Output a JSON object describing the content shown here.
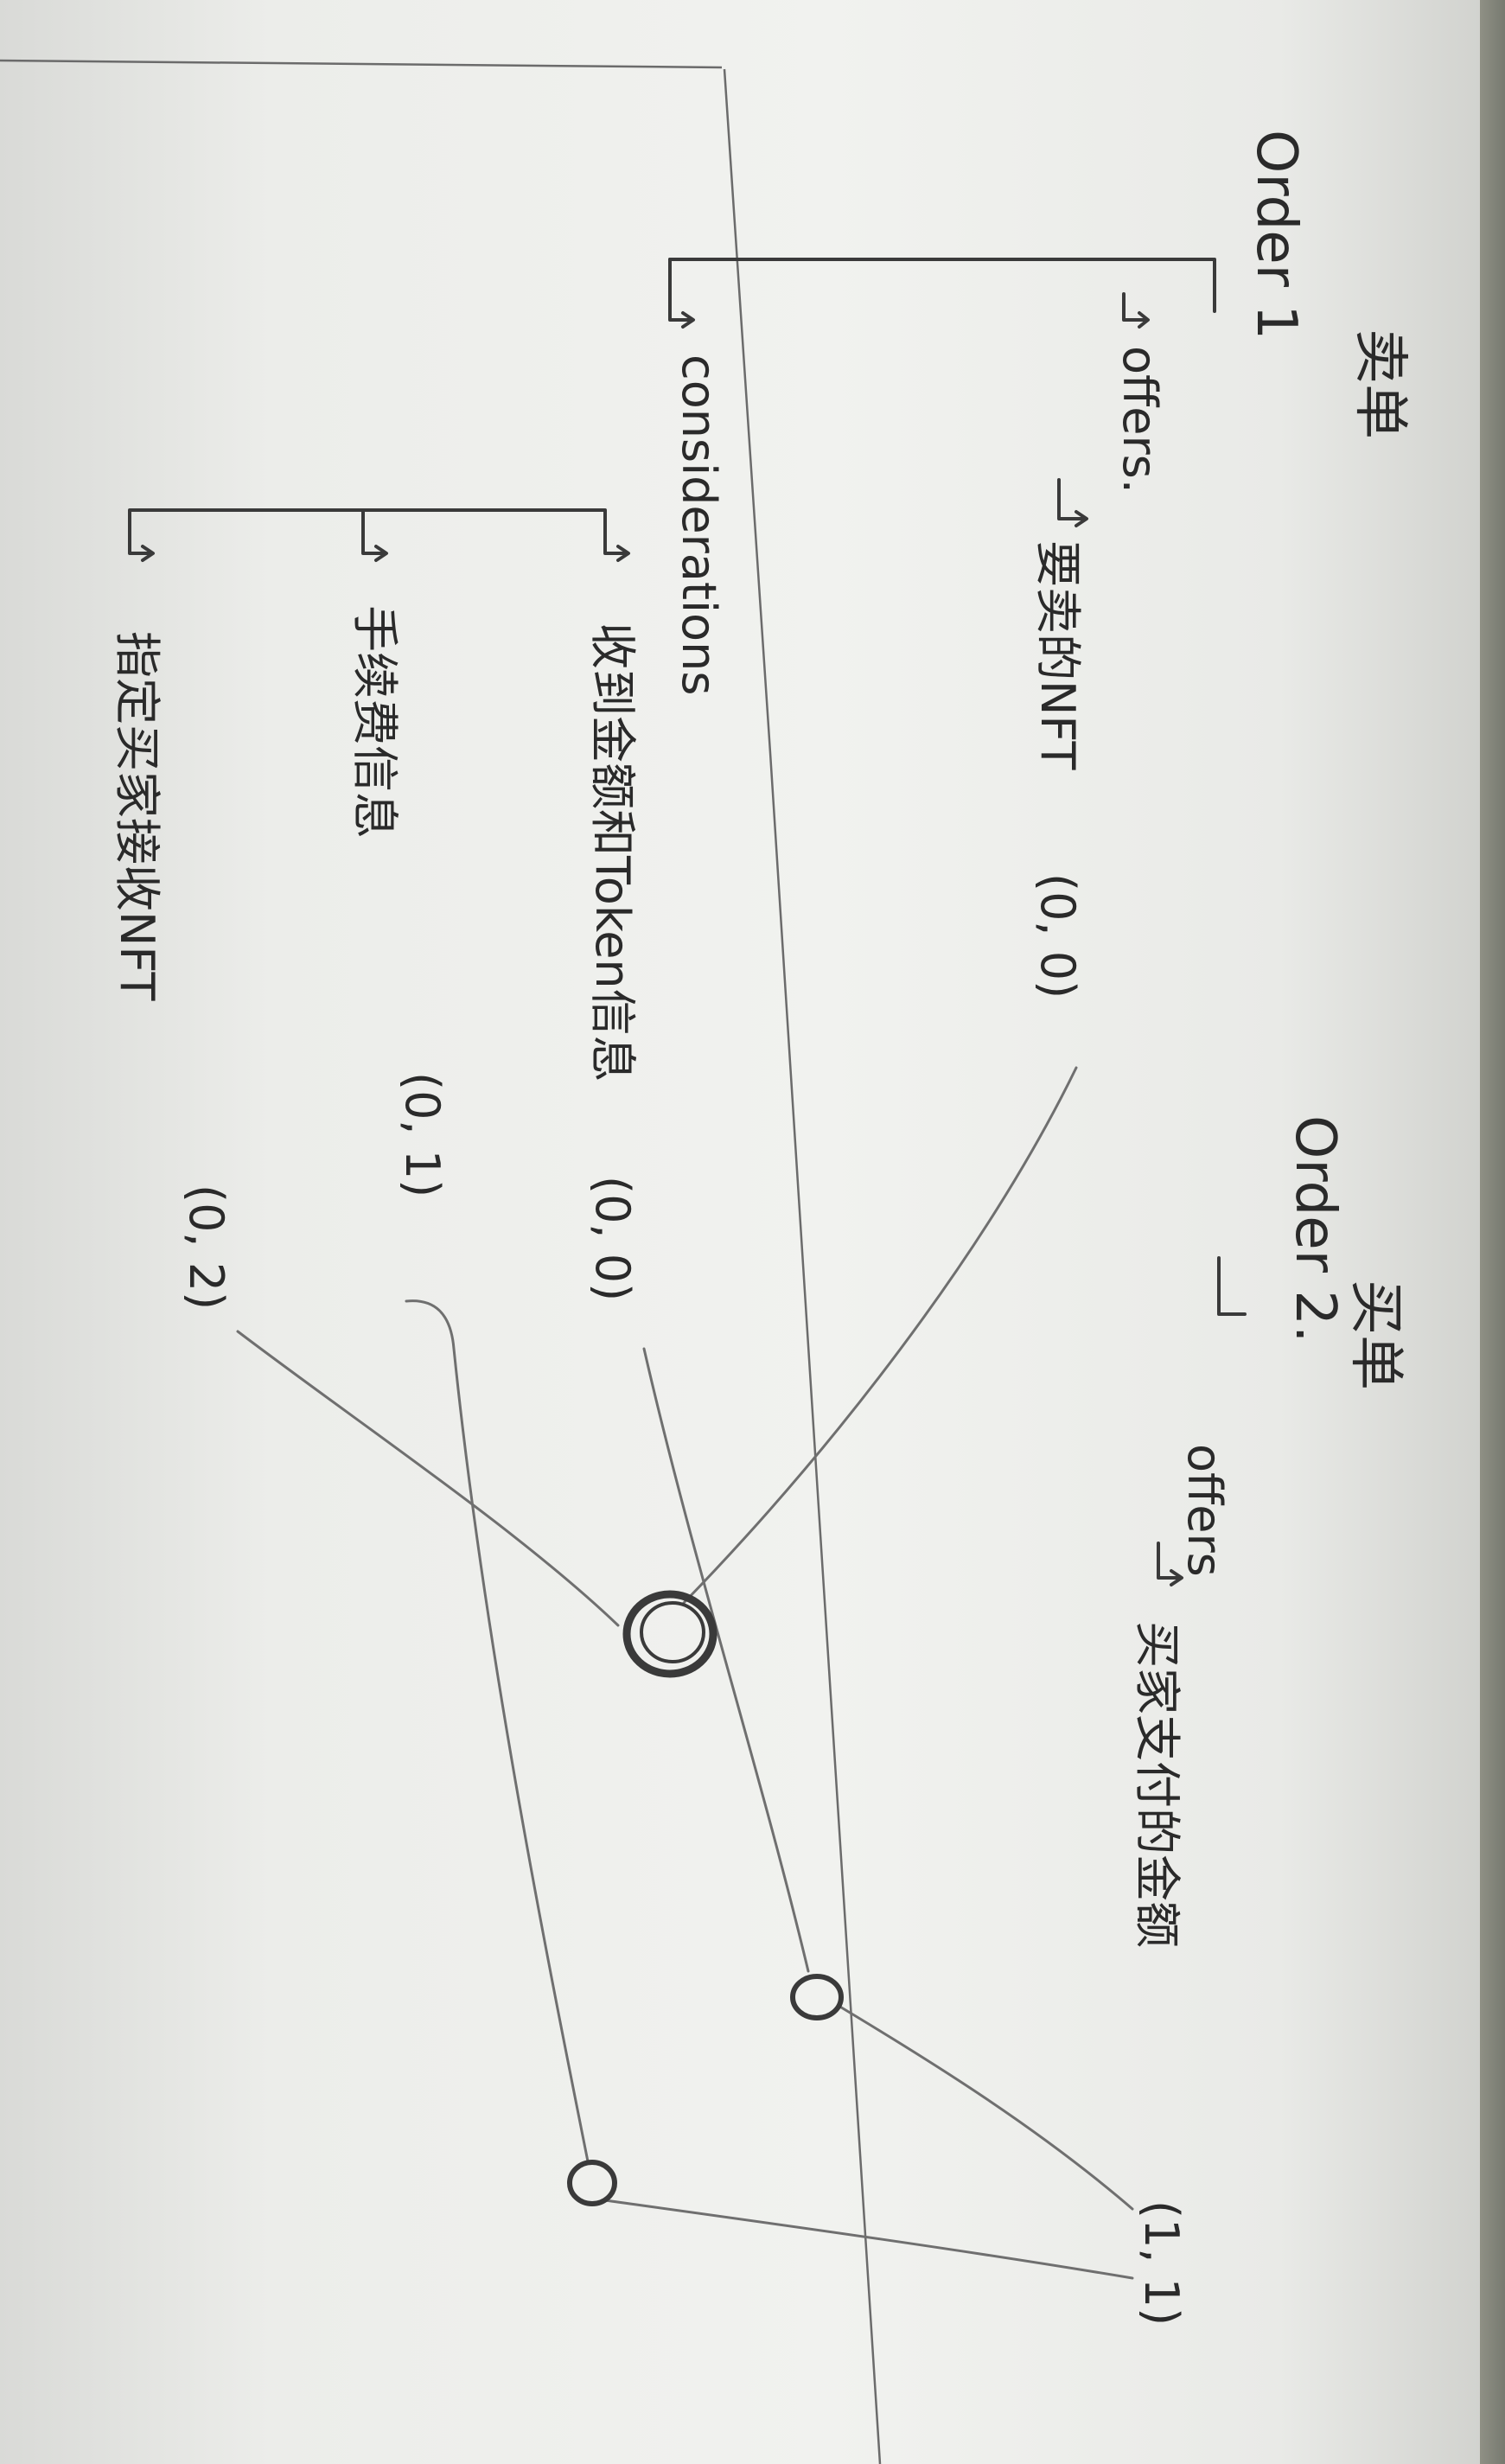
{
  "order1": {
    "role": "卖单",
    "title": "Order 1",
    "offers_label": "offers.",
    "offer_item": "要卖的NFT",
    "offer_item_index": "(0, 0)",
    "considerations_label": "considerations",
    "consideration_items": [
      {
        "text": "收到金额和Token信息",
        "index": "(0, 0)"
      },
      {
        "text": "手续费信息",
        "index": "(0, 1)"
      },
      {
        "text": "指定买家接收NFT",
        "index": "(0, 2)"
      }
    ]
  },
  "order2": {
    "role": "买单",
    "title": "Order 2.",
    "offers_label": "offers",
    "offer_item": "买家支付的金额",
    "offer_item_index": "(1, 1)"
  }
}
